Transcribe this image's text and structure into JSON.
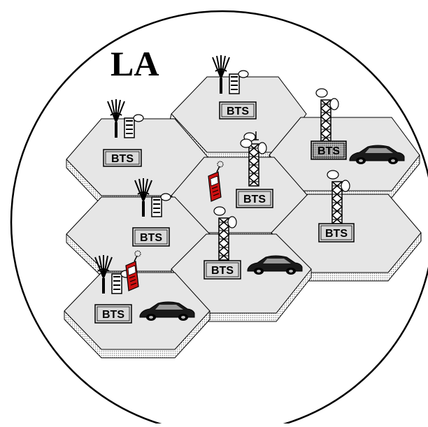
{
  "diagram": {
    "area_label": "LA",
    "cells": [
      {
        "name": "cell-top-center",
        "bts_label": "BTS",
        "antenna": "dish-tower",
        "extras": []
      },
      {
        "name": "cell-upper-left",
        "bts_label": "BTS",
        "antenna": "dish-tower",
        "extras": []
      },
      {
        "name": "cell-upper-right",
        "bts_label": "BTS",
        "antenna": "lattice-tower",
        "extras": [
          "car"
        ]
      },
      {
        "name": "cell-center",
        "bts_label": "BTS",
        "antenna": "lattice-tower",
        "extras": [
          "mobile-phone"
        ]
      },
      {
        "name": "cell-middle-left",
        "bts_label": "BTS",
        "antenna": "dish-tower",
        "extras": []
      },
      {
        "name": "cell-middle-right",
        "bts_label": "BTS",
        "antenna": "lattice-tower",
        "extras": []
      },
      {
        "name": "cell-lower-center",
        "bts_label": "BTS",
        "antenna": "lattice-tower",
        "extras": [
          "car"
        ]
      },
      {
        "name": "cell-bottom-left",
        "bts_label": "BTS",
        "antenna": "dish-tower",
        "extras": [
          "mobile-phone",
          "car"
        ]
      }
    ],
    "colors": {
      "outline": "#000000",
      "cell_fill": "#e6e6e6",
      "cell_side": "#c8c8c8",
      "phone": "#cc1111",
      "car": "#1a1a1a",
      "bts_box": "#d9d9d9",
      "bts_box_dark": "#8c8c8c"
    }
  }
}
